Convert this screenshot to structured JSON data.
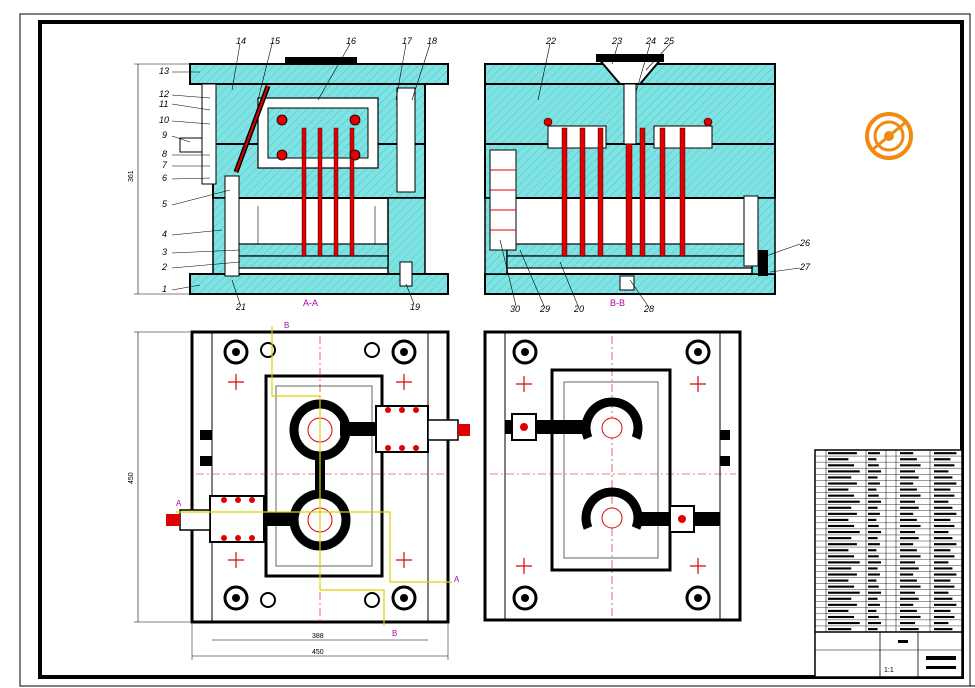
{
  "drawing": {
    "part_labels": [
      "1",
      "2",
      "3",
      "4",
      "5",
      "6",
      "7",
      "8",
      "9",
      "10",
      "11",
      "12",
      "13",
      "14",
      "15",
      "16",
      "17",
      "18",
      "19",
      "20",
      "21",
      "22",
      "23",
      "24",
      "25",
      "26",
      "27",
      "28",
      "29",
      "30"
    ],
    "section_a": "A-A",
    "section_b": "B-B",
    "dim_height": "361",
    "dim_width_outer": "450",
    "dim_width_inner": "388",
    "dim_plan_height": "450",
    "cut_a": "A",
    "cut_b": "B"
  },
  "title_block": {
    "rows": 30,
    "sheet_text": "1:1"
  },
  "colors": {
    "cyan": "#7fe3e3",
    "red": "#e00000",
    "magenta": "#b000b0",
    "yellow": "#e0d000",
    "logo": "#f08a10"
  }
}
